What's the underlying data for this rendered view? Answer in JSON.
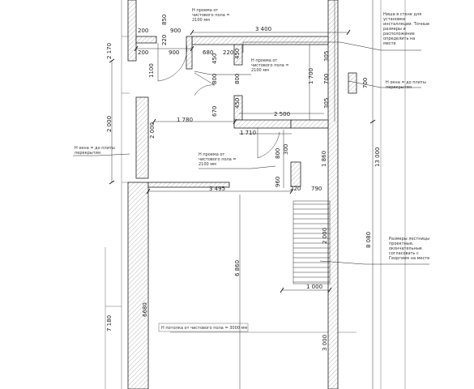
{
  "dimensions": {
    "top_3400": "3 400",
    "d850": "850",
    "d200_a": "200",
    "d200_b": "200",
    "d220_a": "220",
    "d900_a": "900",
    "d900_b": "900",
    "d680": "680",
    "d220_b": "220",
    "d450_a": "450",
    "d450_b": "450",
    "d800_a": "800",
    "d800_b": "800",
    "d1100": "1100",
    "d1700": "1 700",
    "d700_a": "700",
    "d700_b": "700",
    "d305_a": "305",
    "d305_b": "305",
    "d450_c": "450",
    "d670": "670",
    "d2500": "2 500",
    "d1780": "1 780",
    "d1710": "1 710",
    "d800_c": "800",
    "d300": "300",
    "d1860": "1 860",
    "d3495": "3 495",
    "d960": "960",
    "d220_c": "220",
    "d790": "790",
    "d2000_left": "2 000",
    "d2000_right": "2 000",
    "d2170": "2 170",
    "d13000": "13 000",
    "d2000_stair": "2 000",
    "d8080": "8 080",
    "d6860": "6 860",
    "d1000": "1 000",
    "d6680": "6680",
    "d7180": "7 180",
    "d3000": "3 000"
  },
  "notes": {
    "niche": [
      "Ниша в стене для",
      "установки",
      "инсталляции. Точные",
      "размеры и",
      "расположение",
      "определить на",
      "месте"
    ],
    "door_top": [
      "Н проема от",
      "чистового пола =",
      "2100 мм"
    ],
    "door_mid": [
      "Н проема от",
      "чистового пола =",
      "2100 мм"
    ],
    "door_low": [
      "Н проема от",
      "чистового пола =",
      "2100 мм"
    ],
    "window_right": [
      "Н окна = до плиты",
      "перекрытия"
    ],
    "window_left": [
      "Н окна = до плиты",
      "перекрытия"
    ],
    "stairs": [
      "Размеры лестницы",
      "проектные,",
      "окончательные",
      "согласовать с",
      "Георгием на месте"
    ],
    "ceiling": "Н потолка от чистового пола = 3000 мм"
  },
  "colors": {
    "line": "#222222",
    "hatch": "#8a8a8a",
    "leader": "#111111"
  }
}
